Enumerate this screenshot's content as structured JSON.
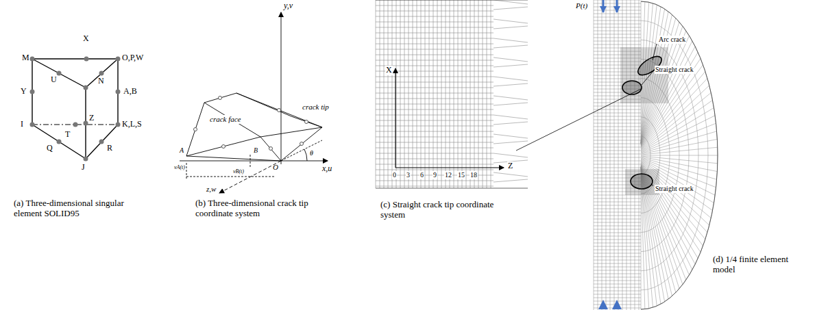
{
  "diagram": {
    "labels": [
      "M",
      "X",
      "O,P,W",
      "Y",
      "U",
      "N",
      "A,B",
      "I",
      "Z",
      "K,L,S",
      "T",
      "Q",
      "R",
      "J",
      "(a) Three-dimensional singular element SOLID95",
      "y,v",
      "crack face",
      "crack tip",
      "x,u",
      "O",
      "A",
      "B",
      "θ",
      "z,w",
      "vA(t)",
      "vB(t)",
      "(b) Three-dimensional crack tip coordinate system",
      "X",
      "Z",
      "0",
      "3",
      "6",
      "9",
      "12",
      "15",
      "18",
      "(c) Straight crack tip coordinate system",
      "P(t)",
      "Arc crack",
      "Straight crack",
      "Straight crack",
      "(d) 1/4 finite element model"
    ]
  }
}
